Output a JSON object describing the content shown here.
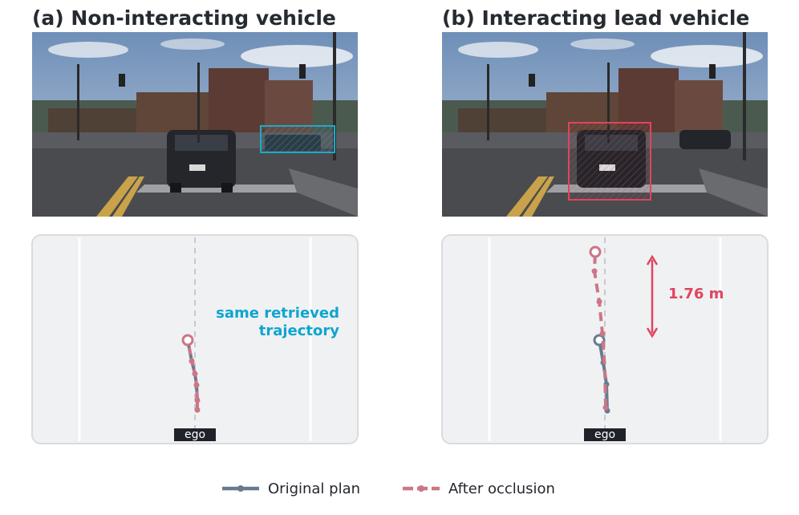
{
  "panels": [
    {
      "title": "(a) Non-interacting vehicle",
      "ego_label": "ego",
      "annotation": [
        "same retrieved",
        "trajectory"
      ],
      "box_color": "#1fa8c9"
    },
    {
      "title": "(b) Interacting lead vehicle",
      "ego_label": "ego",
      "annotation": [
        "1.76 m"
      ],
      "box_color": "#e0445f"
    }
  ],
  "legend": {
    "original": "Original plan",
    "after": "After occlusion"
  },
  "colors": {
    "original_plan": "#667b91",
    "after_occlusion": "#cc7686",
    "annotation_a": "#0ea5cf",
    "annotation_b": "#e0445f"
  }
}
